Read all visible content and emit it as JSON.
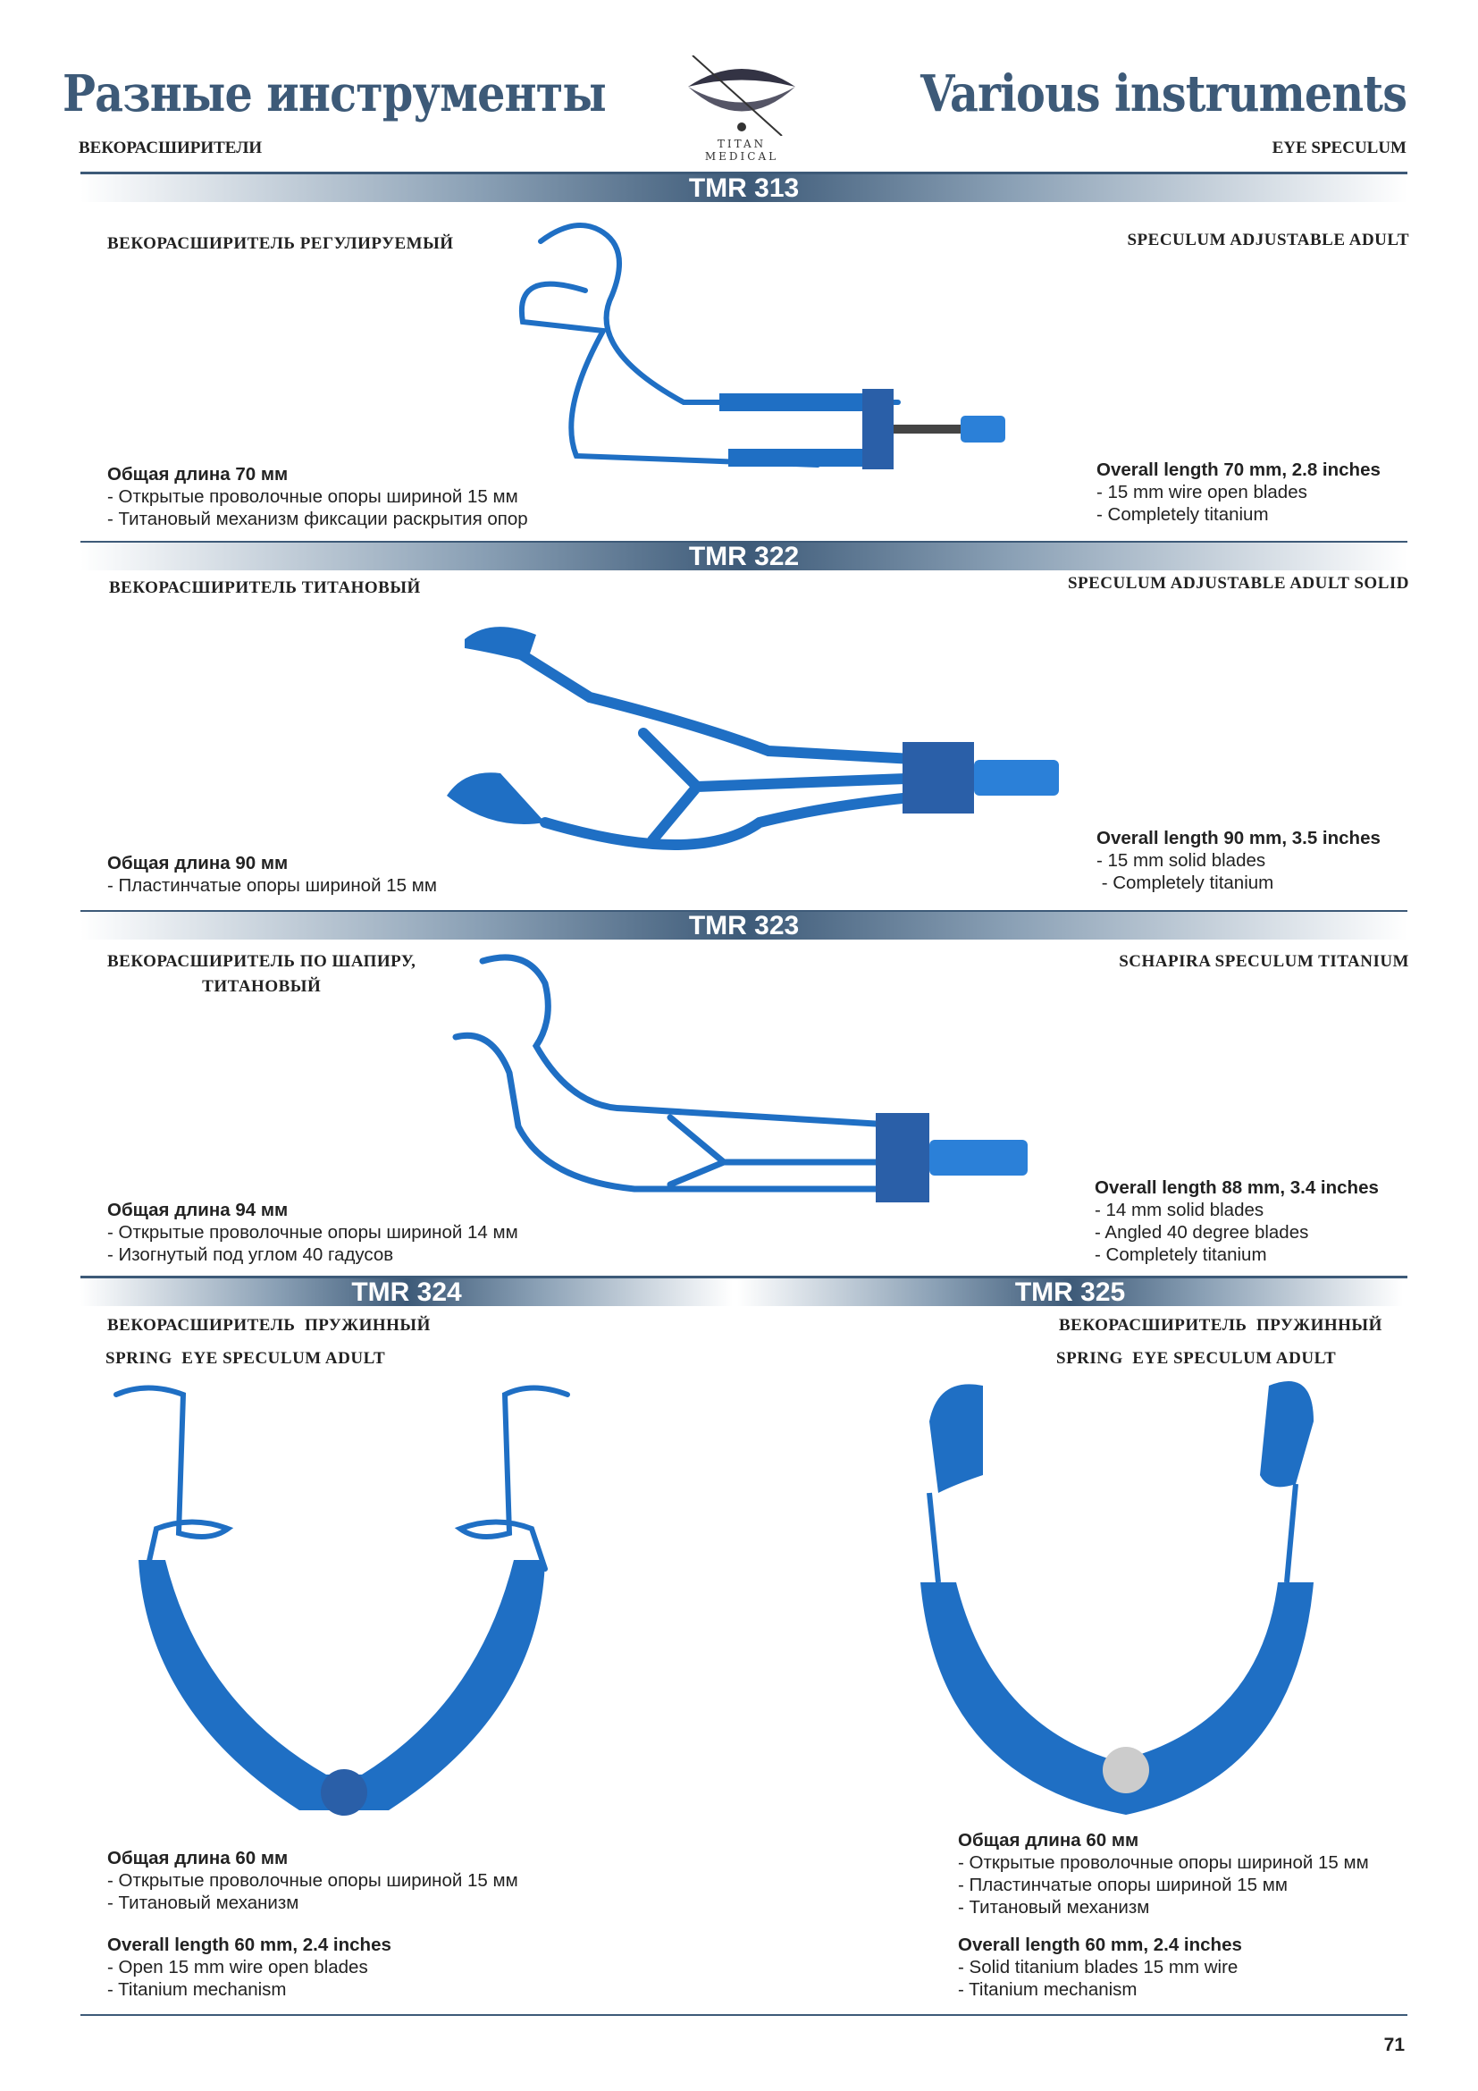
{
  "header": {
    "title_ru": "Разные инструменты",
    "title_en": "Various instruments",
    "subtitle_ru": "Векорасширители",
    "subtitle_en": "Eye speculum",
    "logo_text": [
      "TITAN",
      "MEDICAL"
    ]
  },
  "sections": [
    {
      "code": "TMR 313",
      "name_ru": "Векорасширитель регулируемый",
      "name_en": "Speculum adjustable adult",
      "specs_ru": [
        "Общая длина 70 мм",
        "- Открытые проволочные опоры шириной 15 мм",
        "- Титановый механизм фиксации раскрытия опор"
      ],
      "specs_en": [
        "Overall length 70 mm, 2.8 inches",
        "- 15 mm wire open blades",
        "- Completely titanium"
      ]
    },
    {
      "code": "TMR 322",
      "name_ru": "Векорасширитель титановый",
      "name_en": "Speculum adjustable adult solid",
      "specs_ru": [
        "Общая длина 90 мм",
        "- Пластинчатые опоры шириной 15 мм"
      ],
      "specs_en": [
        "Overall length 90 mm, 3.5 inches",
        "- 15 mm solid blades",
        " - Completely titanium"
      ]
    },
    {
      "code": "TMR 323",
      "name_ru_lines": [
        "Векорасширитель по Шапиру,",
        "титановый"
      ],
      "name_en": "Schapira speculum titanium",
      "specs_ru": [
        "Общая длина 94 мм",
        "- Открытые проволочные опоры шириной 14 мм",
        "- Изогнутый под углом 40 гадусов"
      ],
      "specs_en": [
        "Overall length 88 mm, 3.4 inches",
        "- 14 mm solid blades",
        "- Angled 40 degree blades",
        "- Completely titanium"
      ]
    },
    {
      "code": "TMR 324",
      "name_ru": "Векорасширитель  пружинный",
      "name_en": "Spring  eye speculum adult",
      "specs_ru": [
        "Общая длина 60 мм",
        "- Открытые проволочные опоры шириной 15 мм",
        "- Титановый механизм"
      ],
      "specs_en": [
        "Overall length 60 mm, 2.4 inches",
        "- Open 15 mm wire open blades",
        "- Titanium mechanism"
      ]
    },
    {
      "code": "TMR 325",
      "name_ru": "Векорасширитель  пружинный",
      "name_en": "Spring  eye speculum adult",
      "specs_ru": [
        "Общая длина 60 мм",
        "- Открытые проволочные опоры шириной 15 мм",
        "- Пластинчатые опоры шириной 15 мм",
        "- Титановый механизм"
      ],
      "specs_en": [
        "Overall length 60 mm, 2.4 inches",
        "- Solid titanium blades 15 mm wire",
        "- Titanium mechanism"
      ]
    }
  ],
  "page_number": "71",
  "colors": {
    "accent": "#3d5a78",
    "instrument": "#1f6fc4"
  }
}
